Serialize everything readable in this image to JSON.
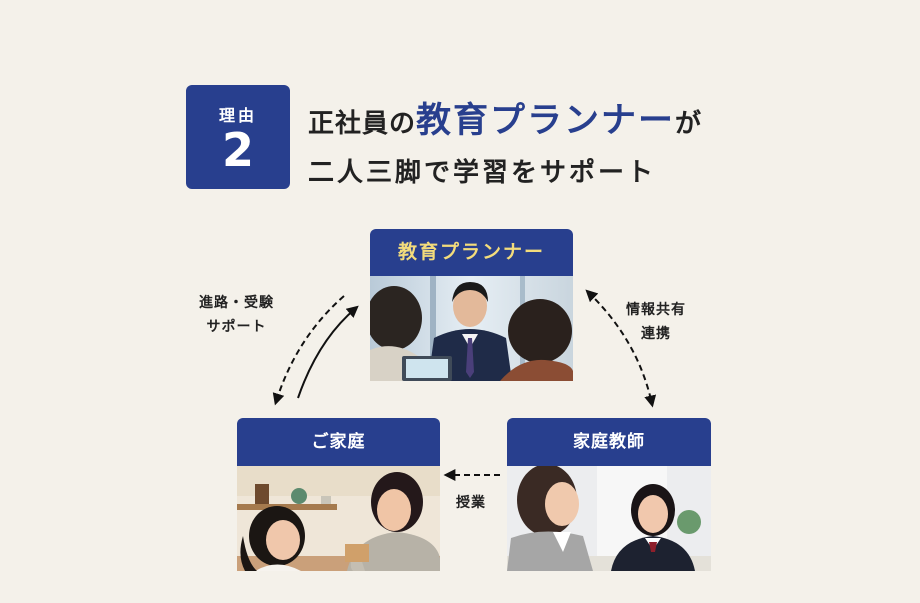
{
  "badge": {
    "label": "理由",
    "number": "2"
  },
  "heading": {
    "line1_pre": "正社員の",
    "line1_em": "教育プランナー",
    "line1_post": "が",
    "line2": "二人三脚で学習をサポート"
  },
  "nodes": {
    "planner": "教育プランナー",
    "family": "ご家庭",
    "tutor": "家庭教師"
  },
  "relations": {
    "planner_family": "進路・受験\nサポート",
    "planner_tutor": "情報共有\n連携",
    "tutor_family": "授業"
  },
  "colors": {
    "navy": "#283f8e",
    "gold": "#f3dc7c",
    "background": "#f4f1ea"
  }
}
